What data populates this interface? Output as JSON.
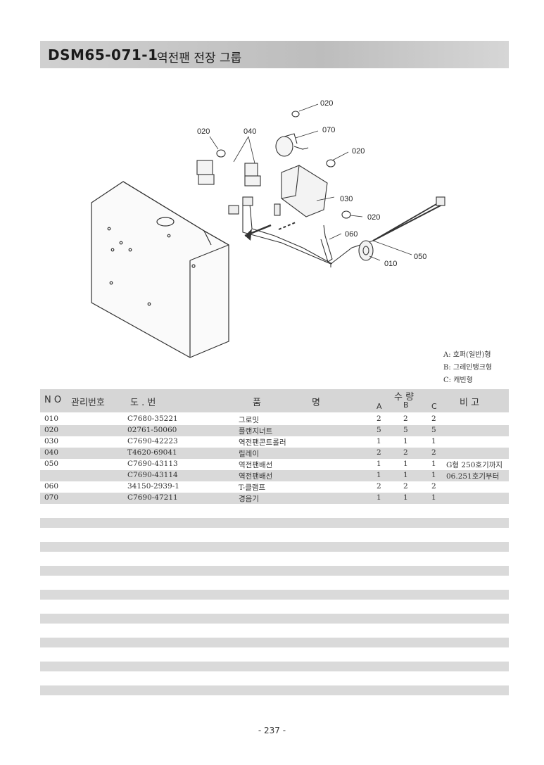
{
  "header": {
    "code": "DSM65-071-1",
    "title": "역전팬 전장 그룹"
  },
  "diagram": {
    "callouts": [
      "020",
      "040",
      "020",
      "070",
      "020",
      "030",
      "020",
      "060",
      "050",
      "010"
    ]
  },
  "legend": [
    "A: 호퍼(일반)형",
    "B: 그레인탱크형",
    "C: 캐빈형"
  ],
  "table": {
    "headers": {
      "no": "N O",
      "mgmt": "관리번호",
      "drawing": "도 .  번",
      "name_a": "품",
      "name_b": "명",
      "qty": "수  량",
      "qa": "A",
      "qb": "B",
      "qc": "C",
      "note": "비    고"
    },
    "rows": [
      {
        "no": "010",
        "drawing": "C7680-35221",
        "name": "그로밋",
        "a": "2",
        "b": "2",
        "c": "2",
        "note": ""
      },
      {
        "no": "020",
        "drawing": "02761-50060",
        "name": "플랜지너트",
        "a": "5",
        "b": "5",
        "c": "5",
        "note": ""
      },
      {
        "no": "030",
        "drawing": "C7690-42223",
        "name": "역전팬콘트롤러",
        "a": "1",
        "b": "1",
        "c": "1",
        "note": ""
      },
      {
        "no": "040",
        "drawing": "T4620-69041",
        "name": "릴레이",
        "a": "2",
        "b": "2",
        "c": "2",
        "note": ""
      },
      {
        "no": "050",
        "drawing": "C7690-43113",
        "name": "역전팬배선",
        "a": "1",
        "b": "1",
        "c": "1",
        "note": "G형 250호기까지"
      },
      {
        "no": "",
        "drawing": "C7690-43114",
        "name": "역전팬배선",
        "a": "1",
        "b": "1",
        "c": "1",
        "note": "06.251호기부터"
      },
      {
        "no": "060",
        "drawing": "34150-2939-1",
        "name": "T-클램프",
        "a": "2",
        "b": "2",
        "c": "2",
        "note": ""
      },
      {
        "no": "070",
        "drawing": "C7690-47211",
        "name": "경음기",
        "a": "1",
        "b": "1",
        "c": "1",
        "note": ""
      }
    ]
  },
  "footer": {
    "page": "- 237 -"
  }
}
